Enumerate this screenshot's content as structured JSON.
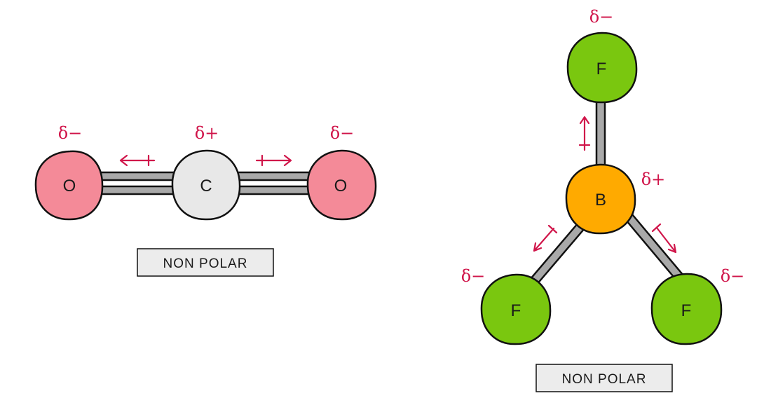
{
  "co2": {
    "atoms": {
      "left": "O",
      "center": "C",
      "right": "O"
    },
    "charges": {
      "left": "δ−",
      "center": "δ+",
      "right": "δ−"
    },
    "label": "NON POLAR"
  },
  "bf3": {
    "atoms": {
      "center": "B",
      "top": "F",
      "bottom_left": "F",
      "bottom_right": "F"
    },
    "charges": {
      "center": "δ+",
      "top": "δ−",
      "bottom_left": "δ−",
      "bottom_right": "δ−"
    },
    "label": "NON POLAR"
  },
  "colors": {
    "oxygen": "#f48a98",
    "carbon": "#e8e8e8",
    "boron": "#ffaa00",
    "fluorine": "#7ac70f",
    "bond": "#a9a9a9",
    "dipole_arrow": "#d0154a",
    "label_box": "#ececec"
  }
}
